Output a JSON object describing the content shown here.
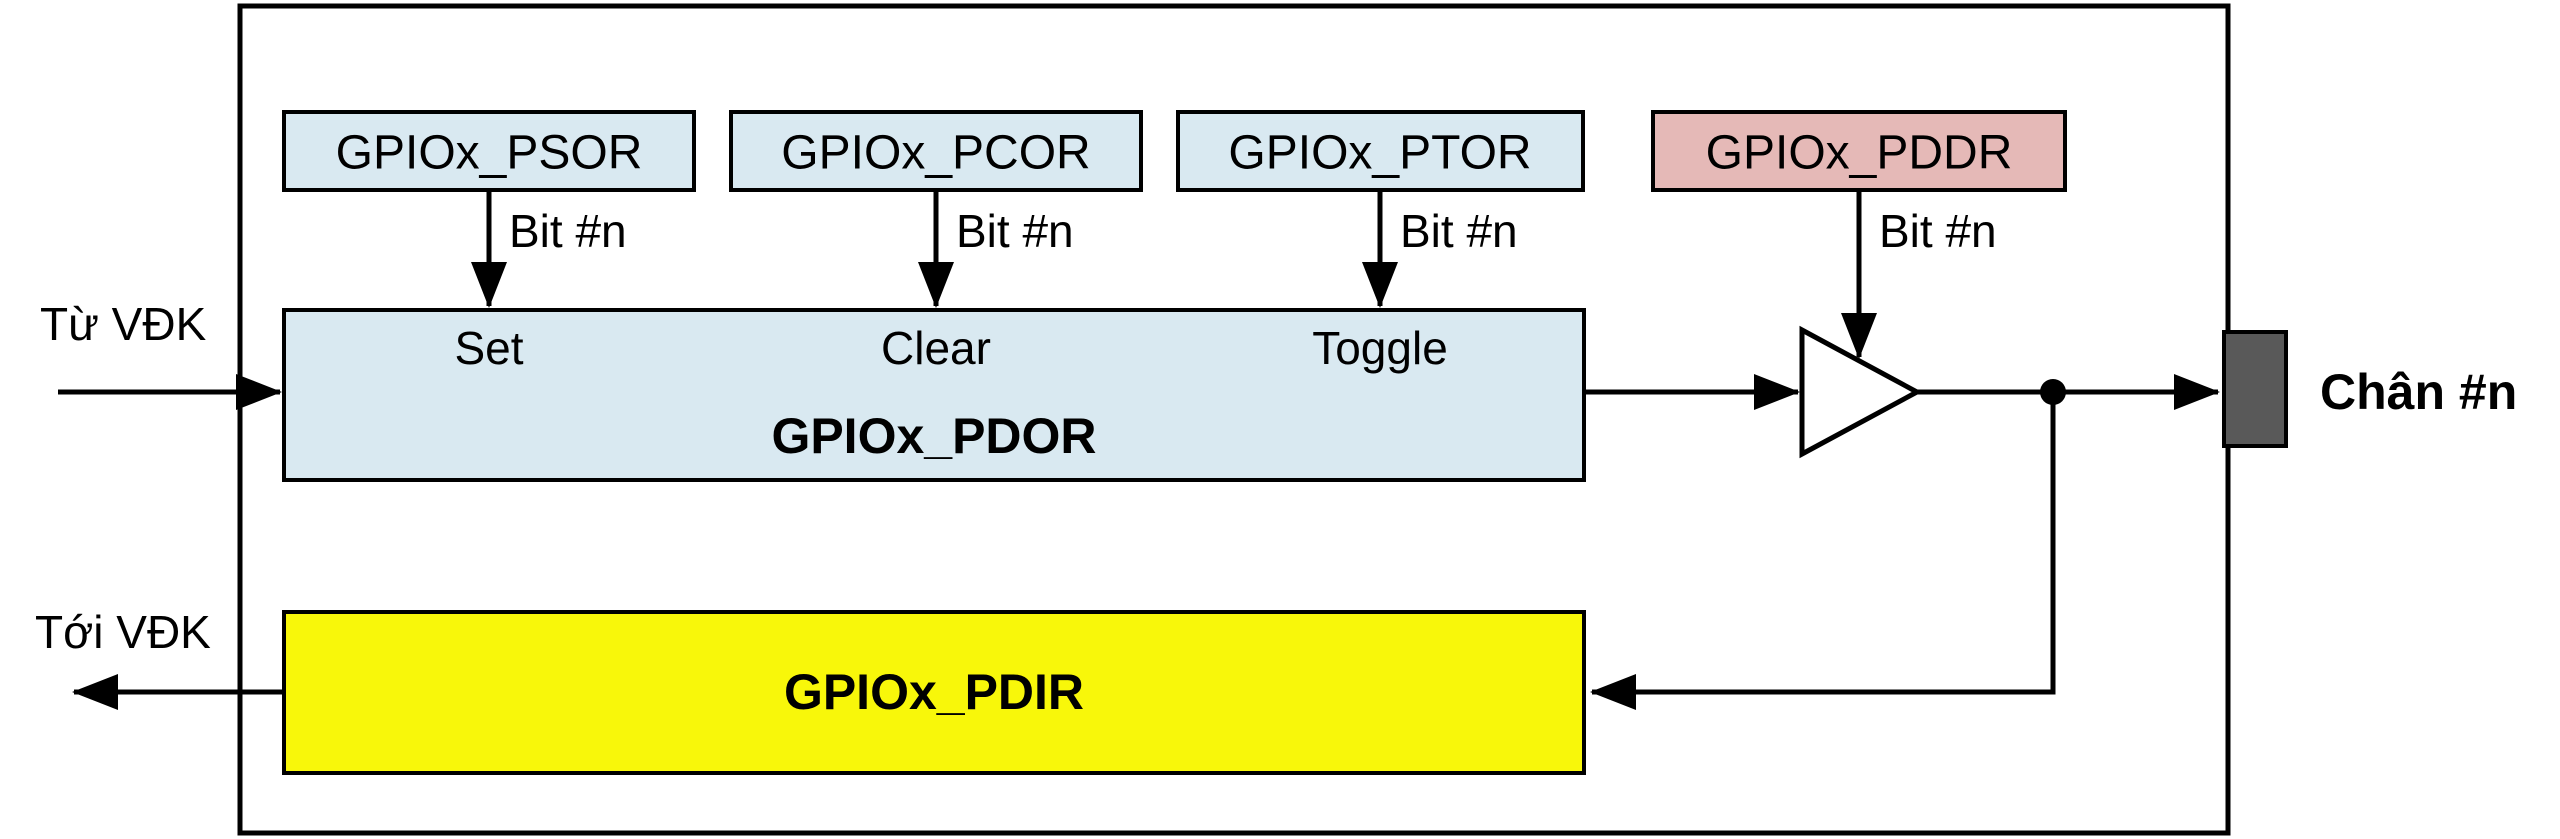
{
  "diagram": {
    "title_hint": "GPIO port bit architecture",
    "registers": {
      "psor": "GPIOx_PSOR",
      "pcor": "GPIOx_PCOR",
      "ptor": "GPIOx_PTOR",
      "pddr": "GPIOx_PDDR",
      "pdor": "GPIOx_PDOR",
      "pdir": "GPIOx_PDIR"
    },
    "pdor_ops": {
      "set": "Set",
      "clear": "Clear",
      "toggle": "Toggle"
    },
    "bit_labels": {
      "psor": "Bit #n",
      "pcor": "Bit #n",
      "ptor": "Bit #n",
      "pddr": "Bit #n"
    },
    "external_labels": {
      "from_mcu": "Từ VĐK",
      "to_mcu": "Tới VĐK",
      "pin": "Chân #n"
    },
    "colors": {
      "register_blue": "#D9E9F1",
      "register_pink": "#E5B9B7",
      "register_yellow": "#F8F70A",
      "pin_gray": "#595959",
      "line_black": "#000000",
      "background": "#FFFFFF"
    }
  }
}
